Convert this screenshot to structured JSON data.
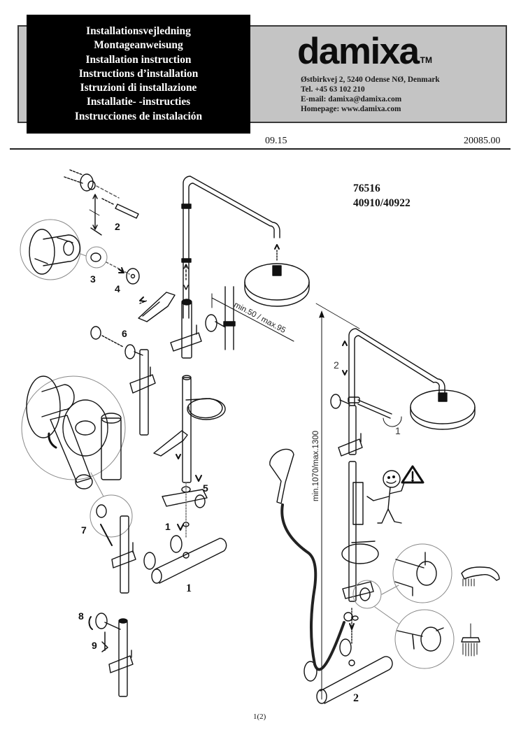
{
  "header": {
    "titles": [
      "Installationsvejledning",
      "Montageanweisung",
      "Installation instruction",
      "Instructions d’installation",
      "Istruzioni di installazione",
      "Installatie- -instructies",
      "Instrucciones de instalación"
    ],
    "brand": "damixa",
    "trademark": "TM",
    "contact": {
      "address": "Østbirkvej 2, 5240 Odense NØ, Denmark",
      "phone": "Tel. +45 63 102 210",
      "email": "E-mail: damixa@damixa.com",
      "homepage": "Homepage: www.damixa.com"
    },
    "date": "09.15",
    "doc_number": "20085.00"
  },
  "models": {
    "line1": "76516",
    "line2": "40910/40922"
  },
  "figure1": {
    "step_labels": [
      "2",
      "3",
      "4",
      "6",
      "7",
      "5",
      "1",
      "8",
      "9"
    ],
    "caption": "1",
    "dimension": "min.50 / max.95"
  },
  "figure2": {
    "step_labels": [
      "2",
      "1"
    ],
    "caption": "2",
    "dimension": "min.1070/max.1300"
  },
  "footer": {
    "page": "1(2)"
  },
  "colors": {
    "header_gray": "#c4c4c4",
    "header_black": "#000000",
    "ink": "#111111"
  }
}
